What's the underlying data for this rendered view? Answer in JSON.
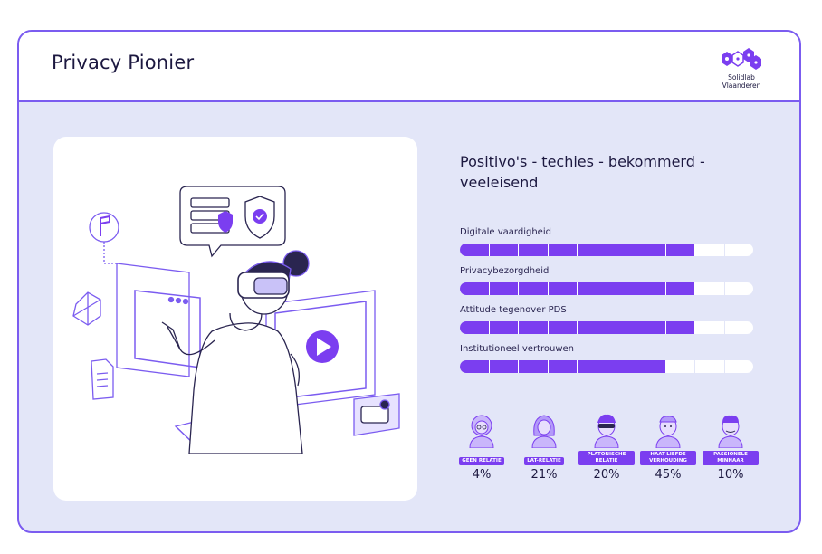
{
  "header": {
    "title": "Privacy Pionier",
    "logo_line1": "Solidlab",
    "logo_line2": "Vlaanderen"
  },
  "profile": {
    "heading": "Positivo's - techies - bekommerd - veeleisend"
  },
  "metrics": [
    {
      "label": "Digitale vaardigheid",
      "filled": 8,
      "total": 10
    },
    {
      "label": "Privacybezorgdheid",
      "filled": 8,
      "total": 10
    },
    {
      "label": "Attitude tegenover PDS",
      "filled": 8,
      "total": 10
    },
    {
      "label": "Institutioneel vertrouwen",
      "filled": 7,
      "total": 10
    }
  ],
  "personas": [
    {
      "tag": "GEEN RELATIE",
      "percent": "4%"
    },
    {
      "tag": "LAT-RELATIE",
      "percent": "21%"
    },
    {
      "tag": "PLATONISCHE RELATIE",
      "percent": "20%"
    },
    {
      "tag": "HAAT-LIEFDE VERHOUDING",
      "percent": "45%"
    },
    {
      "tag": "PASSIONELE MINNAAR",
      "percent": "10%"
    }
  ],
  "colors": {
    "accent": "#7b3ef0",
    "border": "#7b5cf0",
    "background": "#e3e6f8"
  }
}
